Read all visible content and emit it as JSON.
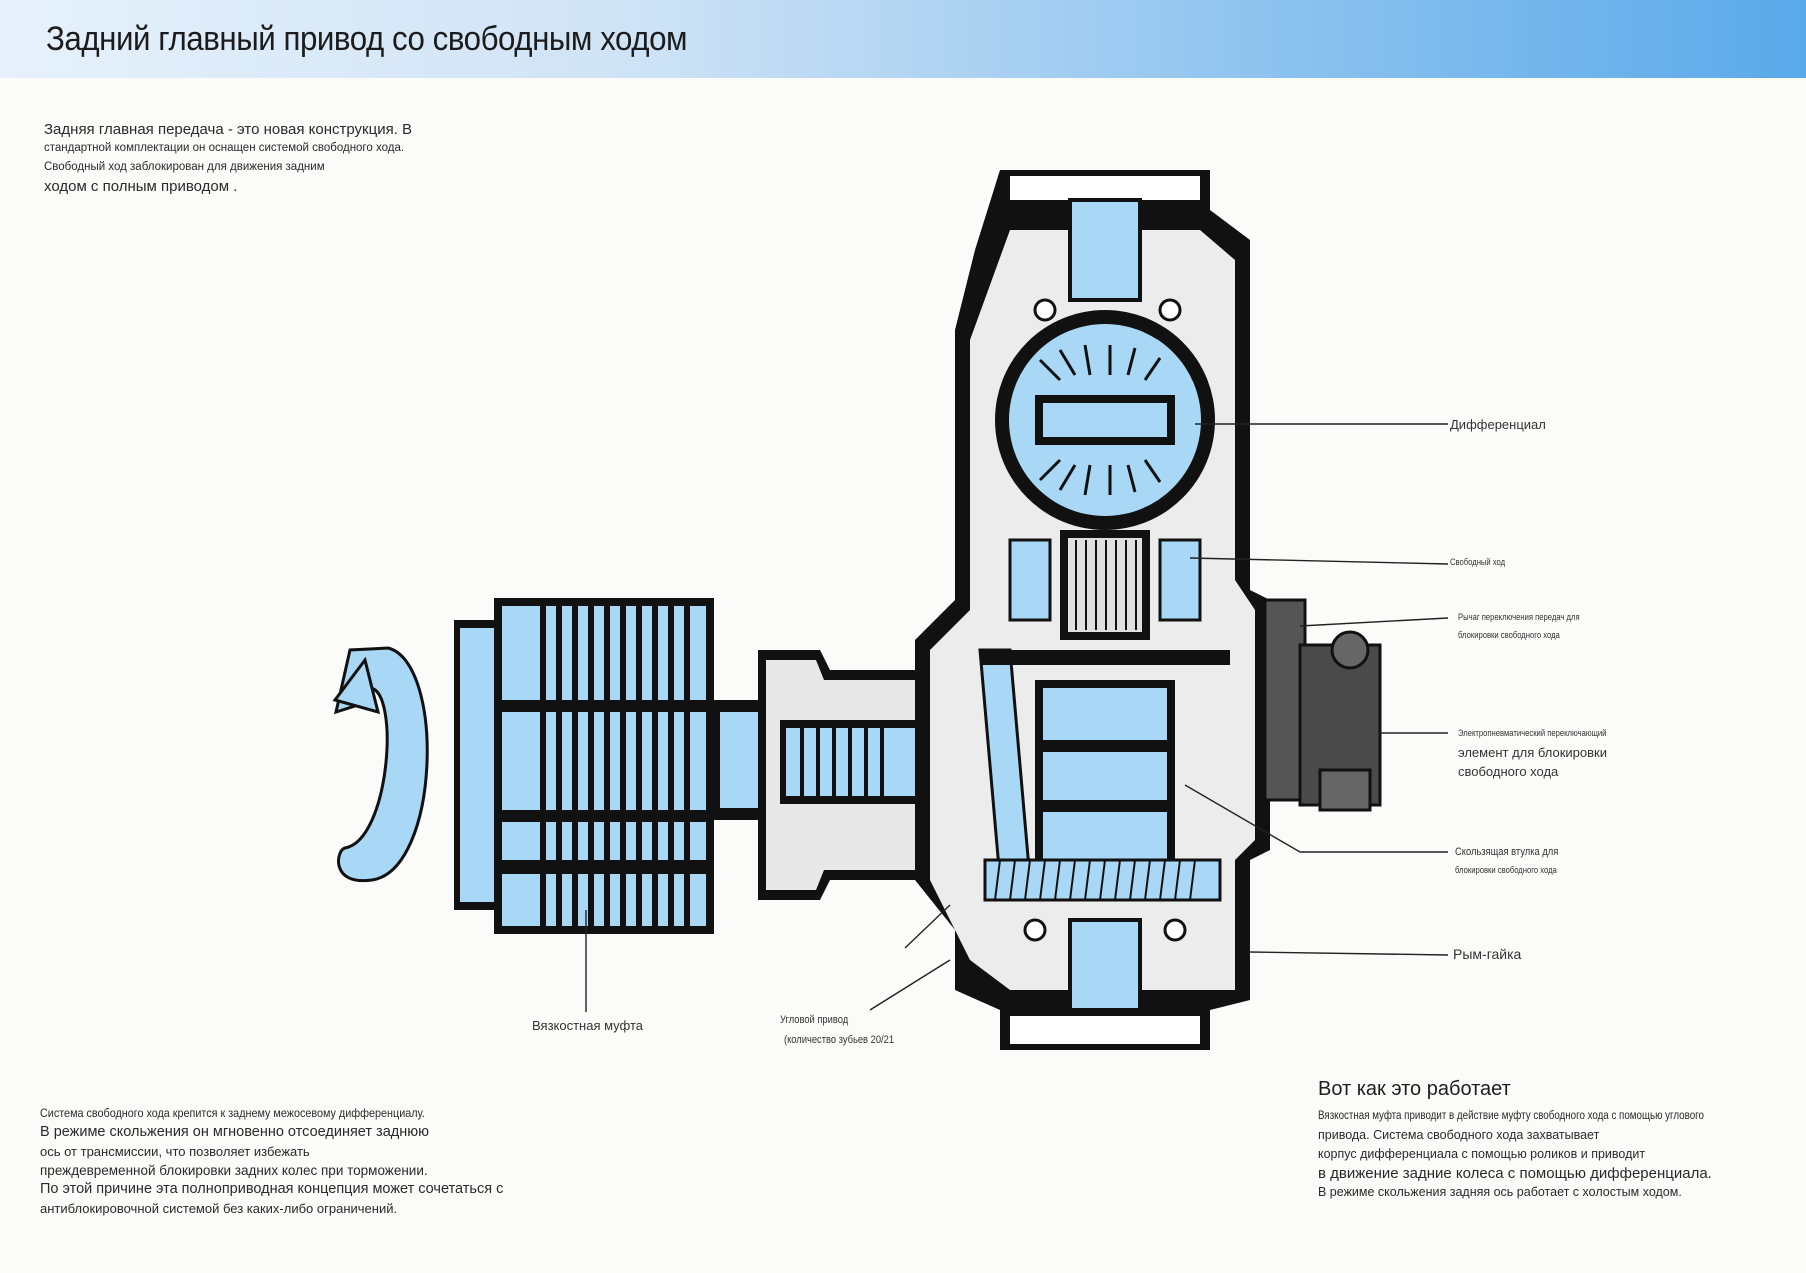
{
  "header": {
    "title": "Задний главный привод со свободным ходом"
  },
  "intro": {
    "lines": [
      "Задняя главная передача - это новая конструкция. В",
      "стандартной комплектации он оснащен системой свободного хода.",
      " Свободный ход заблокирован для движения задним",
      "ходом с полным приводом ."
    ]
  },
  "labels": {
    "differential": "Дифференциал",
    "freewheel": "Свободный ход",
    "lever_1": "Рычаг переключения передач для",
    "lever_2": "блокировки свободного хода",
    "electro_1": "Электропневматический переключающий",
    "electro_2": "элемент для блокировки",
    "electro_3": "свободного хода",
    "sleeve_1": "Скользящая втулка для",
    "sleeve_2": "блокировки свободного хода",
    "ring_nut": "Рым-гайка",
    "viscous": "Вязкостная муфта",
    "angle_1": "Угловой привод",
    "angle_2": "(количество зубьев 20/21"
  },
  "bottom_left": {
    "lines": [
      "Система свободного хода крепится к заднему межосевому дифференциалу.",
      "В режиме скольжения он мгновенно отсоединяет заднюю",
      "ось от трансмиссии, что позволяет избежать",
      "преждевременной блокировки задних колес при торможении.",
      " По этой причине эта полноприводная концепция может сочетаться с",
      "антиблокировочной системой без каких-либо ограничений."
    ]
  },
  "bottom_right": {
    "heading": "Вот как это работает",
    "lines": [
      "Вязкостная муфта приводит в действие муфту свободного хода с помощью углового",
      "привода. Система свободного хода захватывает",
      "корпус дифференциала с помощью роликов и приводит",
      "в движение задние колеса с помощью дифференциала.",
      "В режиме скольжения задняя ось работает с холостым ходом."
    ]
  },
  "colors": {
    "accent_blue": "#a8d8f5",
    "dark": "#111111",
    "header_blue": "#5aa9ea"
  }
}
